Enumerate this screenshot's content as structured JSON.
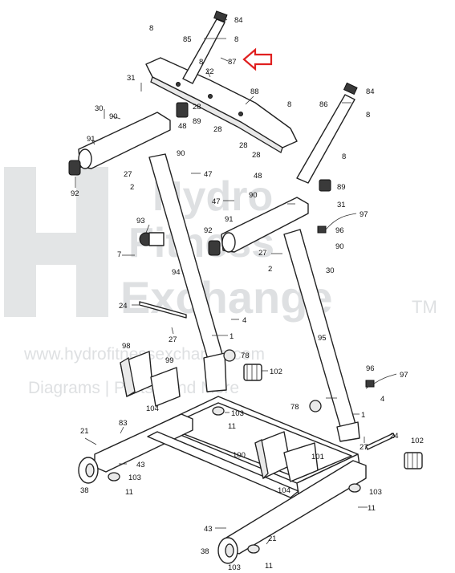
{
  "watermark": {
    "brand_line_1": "Hydro",
    "brand_line_2": "Fitness",
    "brand_line_3": "Exchange",
    "trademark": "TM",
    "website": "www.hydrofitnessexchange.com",
    "tagline": "Diagrams | Parts | And More"
  },
  "labels": {
    "l84a": "84",
    "l85": "85",
    "l8a": "8",
    "l8b": "8",
    "l87": "87",
    "l8c": "8",
    "l22": "22",
    "l31a": "31",
    "l88": "88",
    "l28a": "28",
    "l84b": "84",
    "l86": "86",
    "l8d": "8",
    "l30a": "30",
    "l90a": "90",
    "l89a": "89",
    "l48a": "48",
    "l28b": "28",
    "l8e": "8",
    "l28c": "28",
    "l28d": "28",
    "l91a": "91",
    "l90b": "90",
    "l8f": "8",
    "l27a": "27",
    "l47a": "47",
    "l2a": "2",
    "l92a": "92",
    "l48b": "48",
    "l89b": "89",
    "l47b": "47",
    "l90c": "90",
    "l31b": "31",
    "l97a": "97",
    "l93": "93",
    "l91b": "91",
    "l92b": "92",
    "l96a": "96",
    "l7": "7",
    "l90d": "90",
    "l27b": "27",
    "l2b": "2",
    "l30b": "30",
    "l94": "94",
    "l24a": "24",
    "l4a": "4",
    "l27c": "27",
    "l1a": "1",
    "l98": "98",
    "l78a": "78",
    "l99": "99",
    "l102a": "102",
    "l95": "95",
    "l96b": "96",
    "l97b": "97",
    "l4b": "4",
    "l104a": "104",
    "l78b": "78",
    "l103a": "103",
    "l1b": "1",
    "l11a": "11",
    "l21a": "21",
    "l83": "83",
    "l27d": "27",
    "l24b": "24",
    "l102b": "102",
    "l100": "100",
    "l101": "101",
    "l43a": "43",
    "l38a": "38",
    "l103b": "103",
    "l11b": "11",
    "l104b": "104",
    "l103c": "103",
    "l11c": "11",
    "l43b": "43",
    "l21b": "21",
    "l38b": "38",
    "l103d": "103",
    "l11d": "11"
  }
}
